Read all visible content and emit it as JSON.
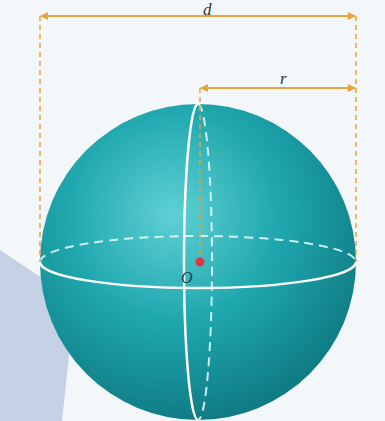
{
  "diagram": {
    "labels": [
      "d",
      "r",
      "O"
    ]
  }
}
